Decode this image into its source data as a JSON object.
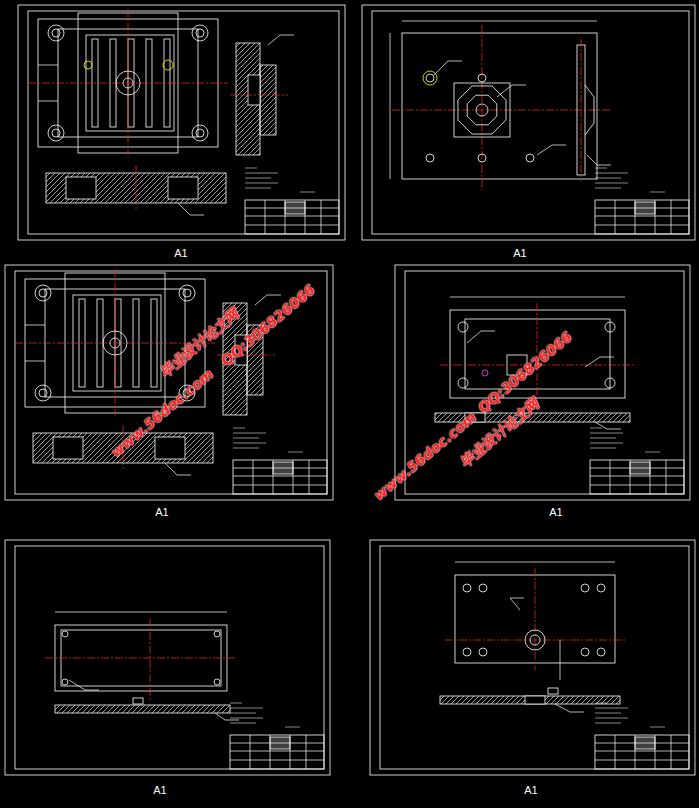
{
  "diagram": {
    "labels": [
      "A1",
      "A1",
      "毕业设计论文网",
      "www.56doc.com",
      "QQ:306826066",
      "A1",
      "毕业设计论文网",
      "www.56doc.com",
      "QQ:306826066",
      "A1",
      "A1",
      "A1"
    ]
  }
}
